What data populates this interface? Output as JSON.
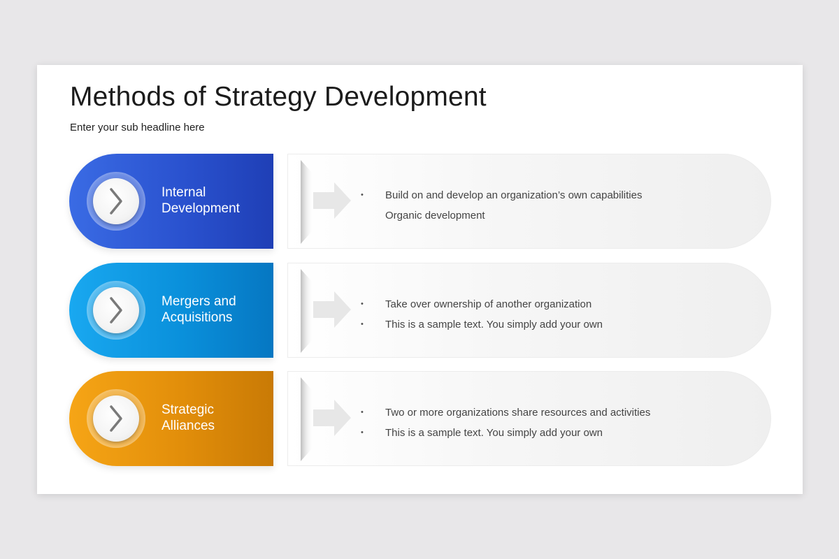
{
  "slide": {
    "title": "Methods of Strategy Development",
    "subtitle": "Enter your sub headline here"
  },
  "rows": [
    {
      "label_line1": "Internal",
      "label_line2": "Development",
      "color": "#2a52cf",
      "icon": "chevron-right-icon",
      "bullets": [
        {
          "marker": "•",
          "text": "Build on and develop an organization’s own capabilities"
        },
        {
          "marker": "",
          "text": "Organic development"
        }
      ]
    },
    {
      "label_line1": "Mergers and",
      "label_line2": "Acquisitions",
      "color": "#0a90db",
      "icon": "chevron-right-icon",
      "bullets": [
        {
          "marker": "•",
          "text": "Take over ownership of another organization"
        },
        {
          "marker": "•",
          "text": "This is a sample text. You simply add your own"
        }
      ]
    },
    {
      "label_line1": "Strategic",
      "label_line2": "Alliances",
      "color": "#e28e0a",
      "icon": "chevron-right-icon",
      "bullets": [
        {
          "marker": "•",
          "text": "Two or more organizations share resources and activities"
        },
        {
          "marker": "•",
          "text": "This is a sample text. You simply add your own"
        }
      ]
    }
  ]
}
